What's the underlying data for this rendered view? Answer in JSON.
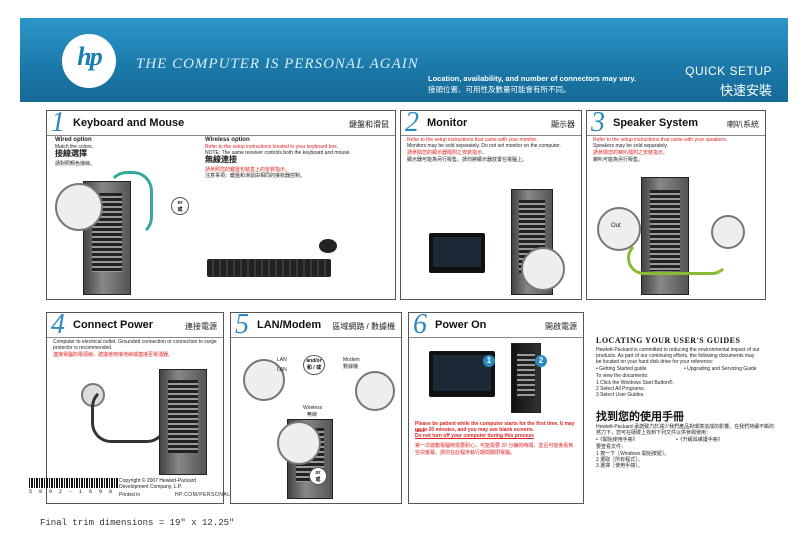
{
  "header": {
    "logo": "hp",
    "tagline": "THE COMPUTER IS PERSONAL AGAIN",
    "note_en": "Location, availability, and number of connectors may vary.",
    "note_zh": "接頭位置、可用性及數量可能會有所不同。",
    "quick_setup_en": "QUICK SETUP",
    "quick_setup_zh": "快速安裝"
  },
  "panels": {
    "p1": {
      "num": "1",
      "title": "Keyboard and Mouse",
      "zh": "鍵盤和滑鼠",
      "wired_title": "Wired option",
      "wired_sub": "Match the colors.",
      "wired_zh": "接線選擇",
      "wired_zh_sub": "請對照顏色接線。",
      "wireless_title": "Wireless option",
      "wireless_l1": "Refer to the setup instructions located in your keyboard box.",
      "wireless_note": "NOTE: The same receiver controls both the keyboard and mouse.",
      "wireless_zh": "無線連接",
      "wireless_zh_l1": "請參照您的鍵盤包裝盒上的安裝指示。",
      "wireless_zh_note": "注意事項：鍵盤和滑鼠由相同的接收器控制。",
      "or_en": "or",
      "or_zh": "或"
    },
    "p2": {
      "num": "2",
      "title": "Monitor",
      "zh": "顯示器",
      "l1": "Refer to the setup instructions that came with your monitor.",
      "l2": "Monitors may be sold separately. Do not set monitor on the computer.",
      "zh1": "請參閱您的顯示器隨附之安裝指示。",
      "zh2": "顯示器可能為另行販售。請勿將顯示器放置在電腦上。"
    },
    "p3": {
      "num": "3",
      "title": "Speaker System",
      "zh": "喇叭系統",
      "l1": "Refer to the setup instructions that came with your speakers.",
      "l2": "Speakers may be sold separately.",
      "zh1": "請參閱您的喇叭隨附之安裝指示。",
      "zh2": "喇叭可能為另行販售。",
      "out": "Out"
    },
    "p4": {
      "num": "4",
      "title": "Connect Power",
      "zh": "連接電源",
      "l1": "Computer to electrical outlet. Grounded connection or connection to surge",
      "l2": "protector is recommended.",
      "zh1": "連接電腦的電源線，建議使用接地線或連接至電湧器。"
    },
    "p5": {
      "num": "5",
      "title": "LAN/Modem",
      "zh": "區域網路 / 數據機",
      "lan1": "LAN",
      "lan2": "LAN",
      "andor": "and/or",
      "andor_zh": "和 / 或",
      "modem": "Modem",
      "modem_zh": "數據機",
      "wireless": "Wireless",
      "wireless_zh": "無線",
      "or_en": "or",
      "or_zh": "或"
    },
    "p6": {
      "num": "6",
      "title": "Power On",
      "zh": "開啟電源",
      "w1": "Please be patient while the computer starts for the first time. It may take",
      "w2": "up to 20 minutes, and you may see blank screens.",
      "w3": "Do not turn off your computer during this process",
      "zh1": "第一次啟動電腦時需要耐心，可能需要 20 分鐘的時間，並且可能會看到空白螢幕。請勿在此程序執行期間關閉電腦。",
      "b1": "1",
      "b2": "2"
    }
  },
  "guides": {
    "head": "LOCATING YOUR USER'S GUIDES",
    "l1": "Hewlett-Packard is committed to reducing the environmental impact of our",
    "l2": "products. As part of our continuing efforts, the following documents may",
    "l3": "be located on your hard disk drive for your reference:",
    "b1": "• Getting Started guide",
    "b2": "• Upgrading and Servicing Guide",
    "view": "To view the documents:",
    "s1": "1  Click the Windows Start Button®.",
    "s2": "2  Select All Programs.",
    "s3": "3  Select User Guides.",
    "zh_head": "找到您的使用手冊",
    "zh1": "Hewlett-Packard 承諾致力於減少我們產品對環境造成的影響。在我們持續不斷的",
    "zh2": "努力下，您可在硬碟上找到下列文件以供參閱使用：",
    "zh_b1": "•《開始使用手冊》",
    "zh_b2": "•《升級與維護手冊》",
    "zh_view": "要查看文件：",
    "zh_s1": "1  按一下［Windows 開始按鈕］。",
    "zh_s2": "2  選取［所有程式］。",
    "zh_s3": "3  選擇［使用手冊］。"
  },
  "copyright": {
    "l1": "Copyright © 2007 Hewlett-Packard",
    "l2": "Development Company, L.P.",
    "l3": "Printed in",
    "url": "HP.COM/PERSONAL",
    "barcode": "5 9 9 2 - 1 6 9 8"
  },
  "footer": "Final trim dimensions = 19\" x 12.25\""
}
